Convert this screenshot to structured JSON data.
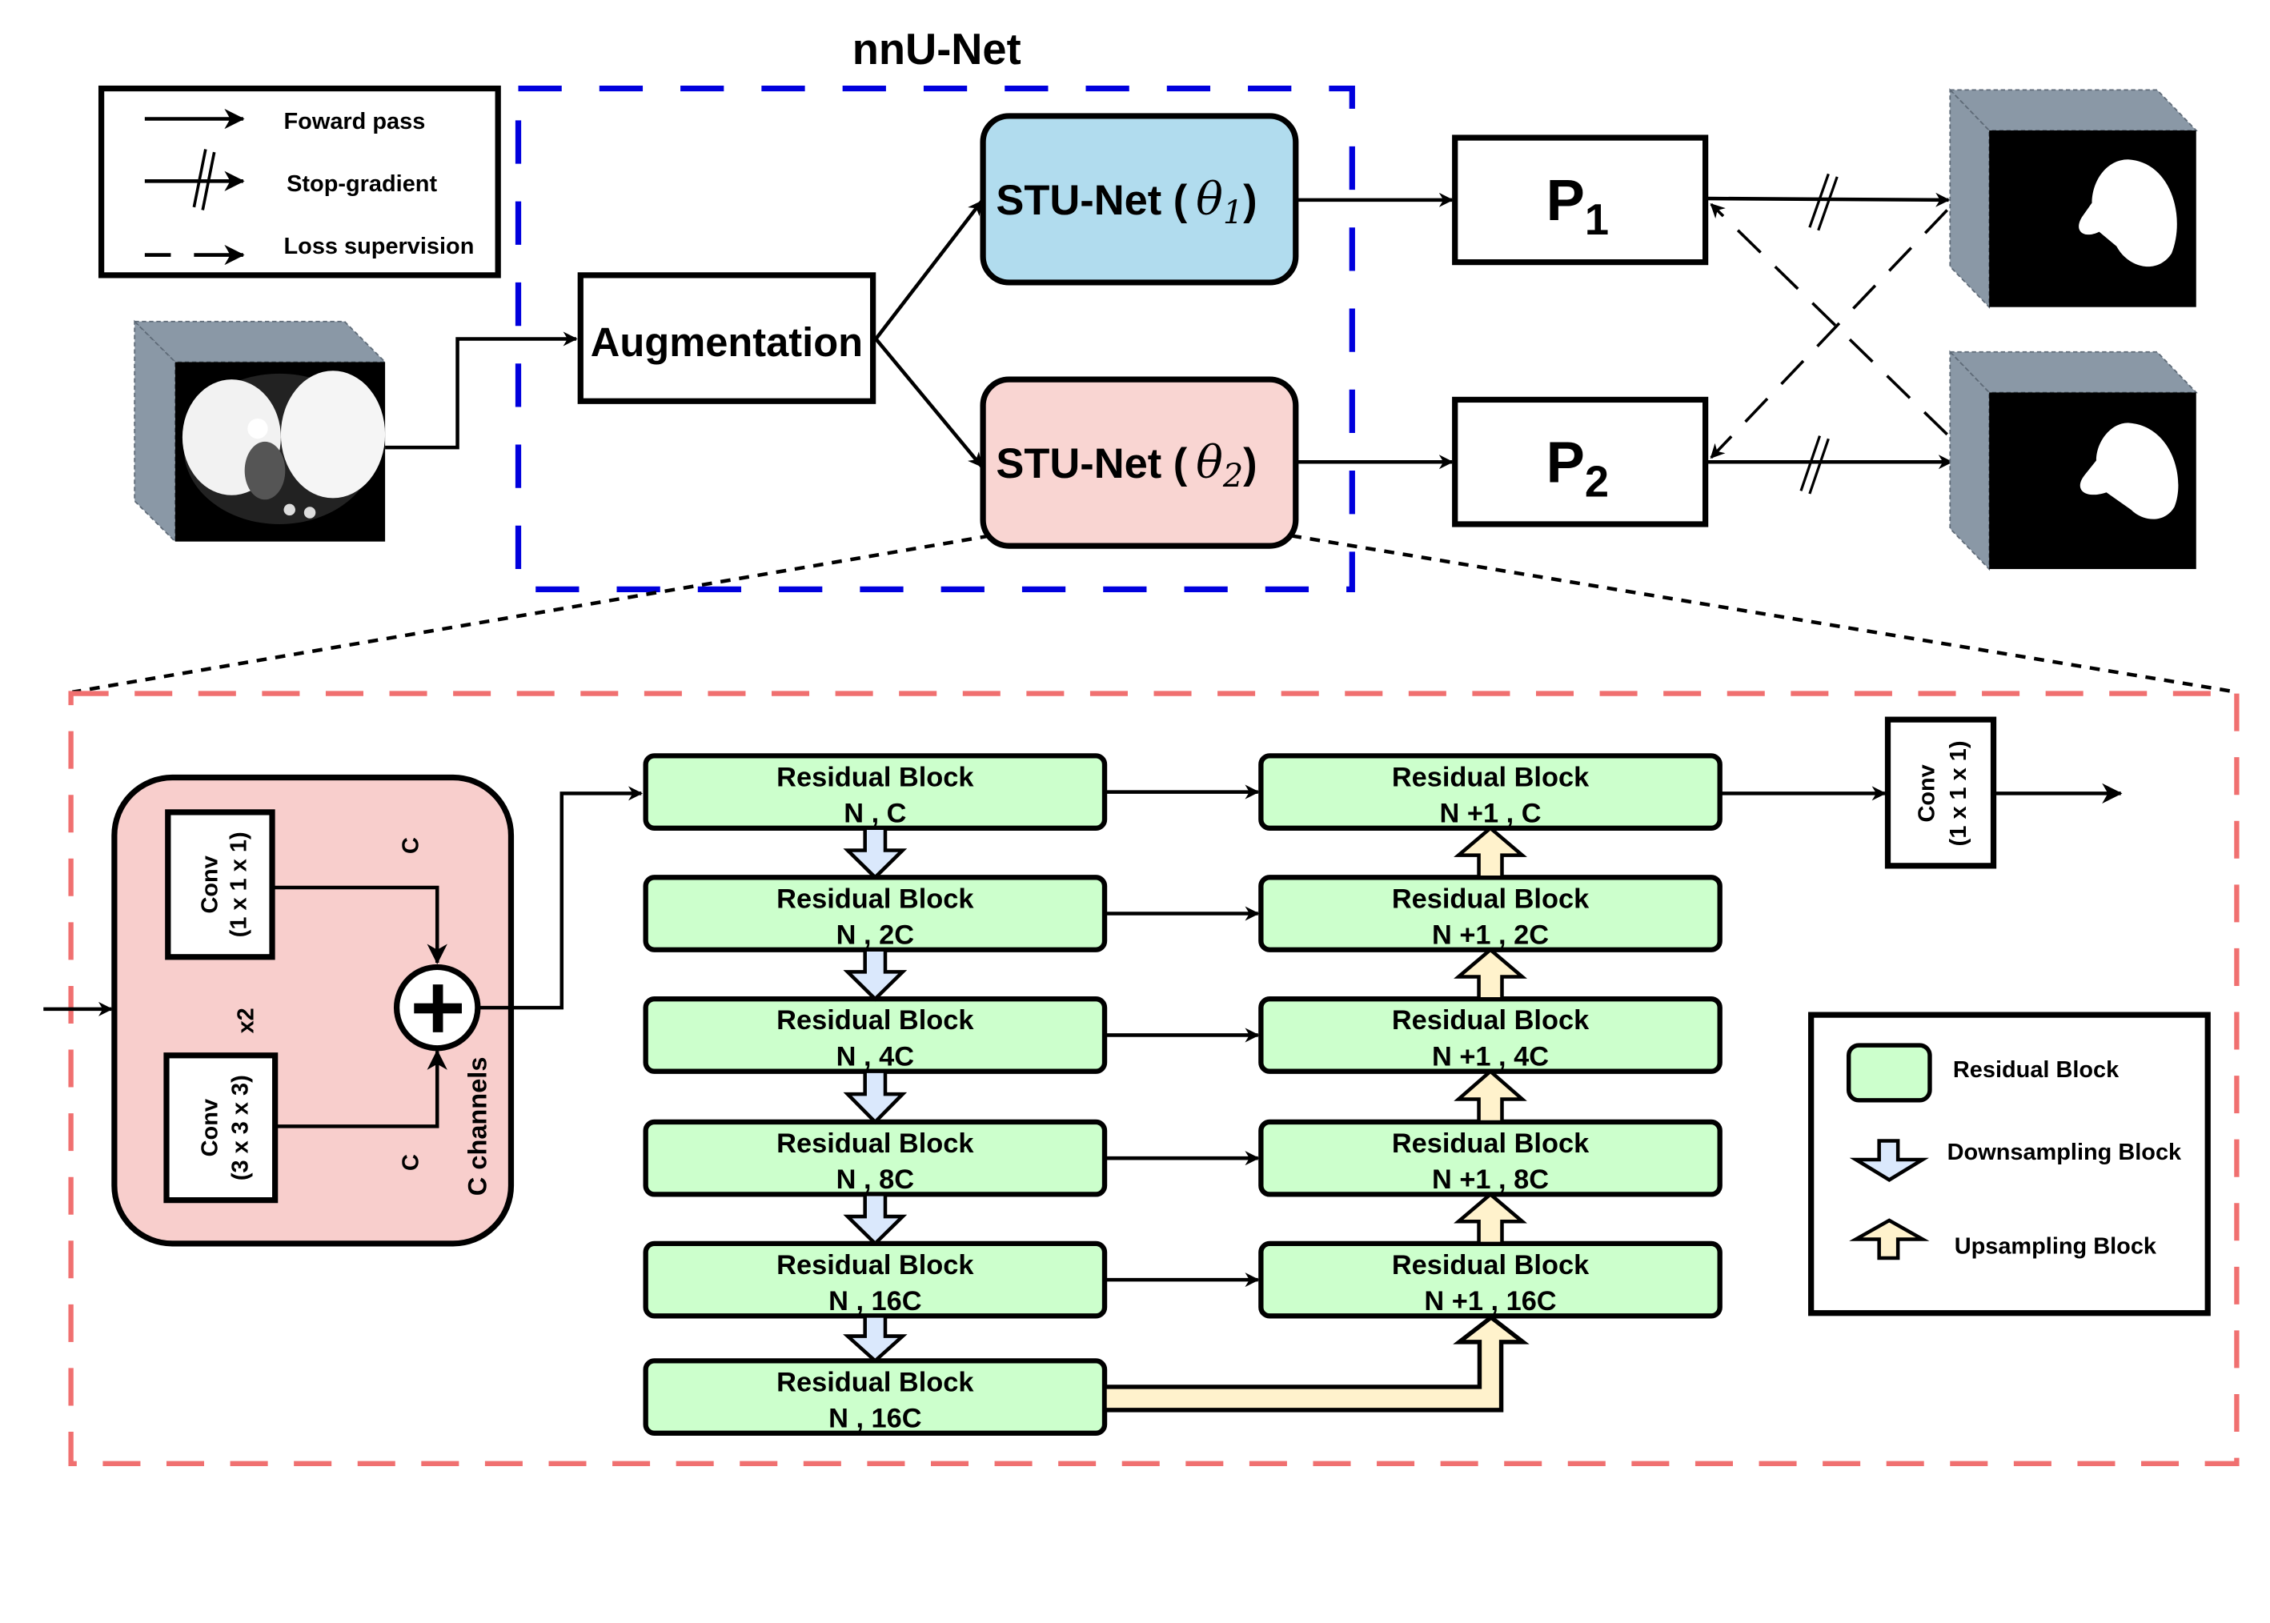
{
  "title": "nnU-Net",
  "legend_top": {
    "items": [
      {
        "icon": "solid-arrow",
        "label": "Foward pass"
      },
      {
        "icon": "stop-gradient-arrow",
        "label": "Stop-gradient"
      },
      {
        "icon": "dashed-arrow",
        "label": "Loss supervision"
      }
    ]
  },
  "pipeline": {
    "augmentation": "Augmentation",
    "stu_net_1": {
      "prefix": "STU-Net (",
      "theta": "θ",
      "sub": "1",
      "suffix": ")"
    },
    "stu_net_2": {
      "prefix": "STU-Net (",
      "theta": "θ",
      "sub": "2",
      "suffix": ")"
    },
    "p1": {
      "letter": "P",
      "sub": "1"
    },
    "p2": {
      "letter": "P",
      "sub": "2"
    }
  },
  "residual_detail": {
    "conv1": {
      "line1": "Conv",
      "line2": "(1 x 1 x 1)"
    },
    "conv3": {
      "line1": "Conv",
      "line2": "(3 x 3 x 3)"
    },
    "label_c_top": "C",
    "label_c_bottom": "C",
    "label_x2": "x2",
    "label_channels": "C channels"
  },
  "encoder": [
    {
      "title": "Residual Block",
      "sub": "N , C"
    },
    {
      "title": "Residual Block",
      "sub": "N , 2C"
    },
    {
      "title": "Residual Block",
      "sub": "N , 4C"
    },
    {
      "title": "Residual Block",
      "sub": "N , 8C"
    },
    {
      "title": "Residual Block",
      "sub": "N , 16C"
    },
    {
      "title": "Residual Block",
      "sub": "N , 16C"
    }
  ],
  "decoder": [
    {
      "title": "Residual Block",
      "sub": "N +1 , C"
    },
    {
      "title": "Residual Block",
      "sub": "N +1 , 2C"
    },
    {
      "title": "Residual Block",
      "sub": "N +1 , 4C"
    },
    {
      "title": "Residual Block",
      "sub": "N +1 , 8C"
    },
    {
      "title": "Residual Block",
      "sub": "N +1 , 16C"
    }
  ],
  "final_conv": {
    "line1": "Conv",
    "line2": "(1 x 1 x 1)"
  },
  "legend_bottom": {
    "items": [
      {
        "icon": "residual-block-swatch",
        "label": "Residual Block"
      },
      {
        "icon": "downsampling-arrow",
        "label": "Downsampling Block"
      },
      {
        "icon": "upsampling-arrow",
        "label": "Upsampling Block"
      }
    ]
  },
  "colors": {
    "stu1_fill": "#b1dcee",
    "stu2_fill": "#f9d5d2",
    "residual_fill": "#ccffcc",
    "detail_fill": "#f8cecc",
    "down_fill": "#dae8fc",
    "up_fill": "#fff2cc",
    "blue_dash": "#0000dd",
    "red_dash": "#f07070",
    "cube_side": "#8a98a6"
  }
}
